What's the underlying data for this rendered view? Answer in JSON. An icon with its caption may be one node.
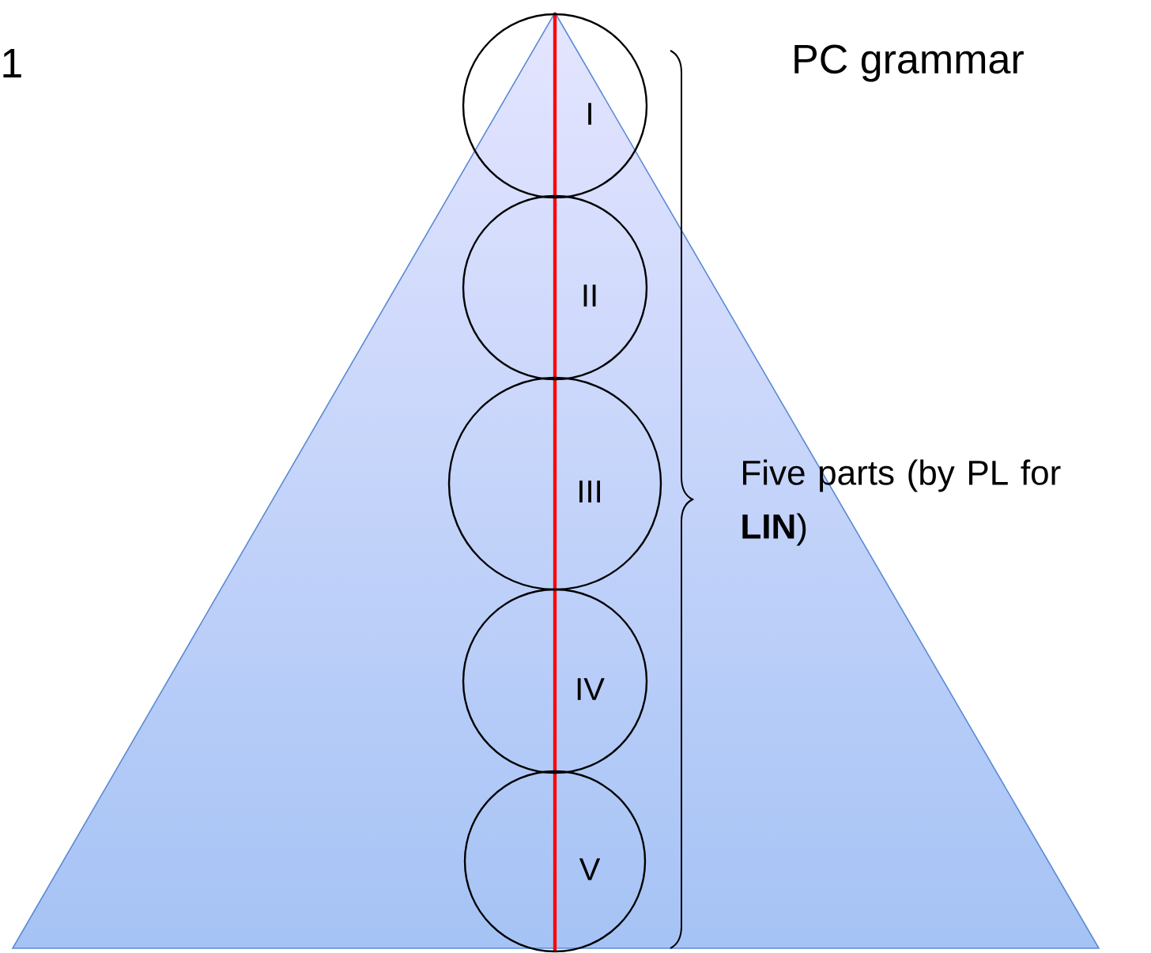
{
  "diagram": {
    "title": "PC grammar",
    "nodes": [
      {
        "text": [
          "I"
        ]
      },
      {
        "text": [
          "II"
        ]
      },
      {
        "text": [
          "III"
        ]
      },
      {
        "text": [
          "IV"
        ]
      },
      {
        "text": [
          "V"
        ]
      }
    ],
    "labels": [
      "1",
      "Five parts (by PL for **LIN**)"
    ]
  }
}
